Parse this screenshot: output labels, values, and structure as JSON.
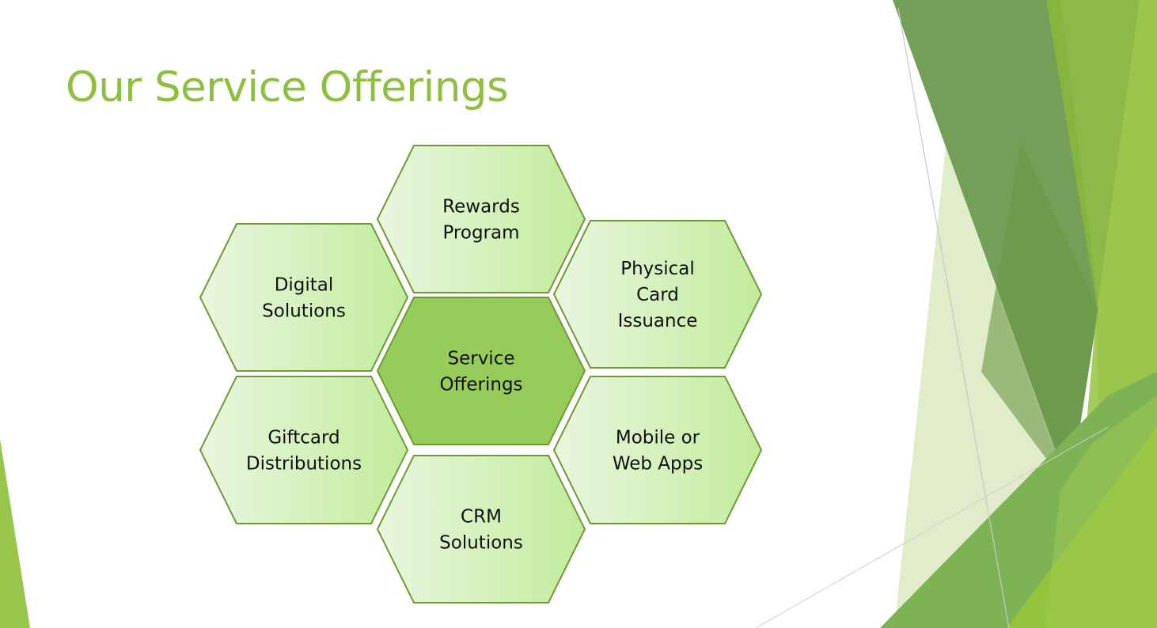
{
  "slide": {
    "title": "Our Service Offerings"
  },
  "diagram": {
    "center": {
      "lines": [
        "Service",
        "Offerings"
      ]
    },
    "hexagons": [
      {
        "id": "rewards",
        "lines": [
          "Rewards",
          "Program"
        ]
      },
      {
        "id": "digital",
        "lines": [
          "Digital",
          "Solutions"
        ]
      },
      {
        "id": "physical",
        "lines": [
          "Physical",
          "Card",
          "Issuance"
        ]
      },
      {
        "id": "giftcard",
        "lines": [
          "Giftcard",
          "Distributions"
        ]
      },
      {
        "id": "mobile",
        "lines": [
          "Mobile or",
          "Web Apps"
        ]
      },
      {
        "id": "crm",
        "lines": [
          "CRM",
          "Solutions"
        ]
      }
    ]
  },
  "colors": {
    "title": "#8dc03f",
    "hex_border": "#6f9a35",
    "hex_fill_light": "#eaf6e0",
    "hex_fill_dark": "#c2ec9c",
    "center_fill": "#97cc5a"
  }
}
